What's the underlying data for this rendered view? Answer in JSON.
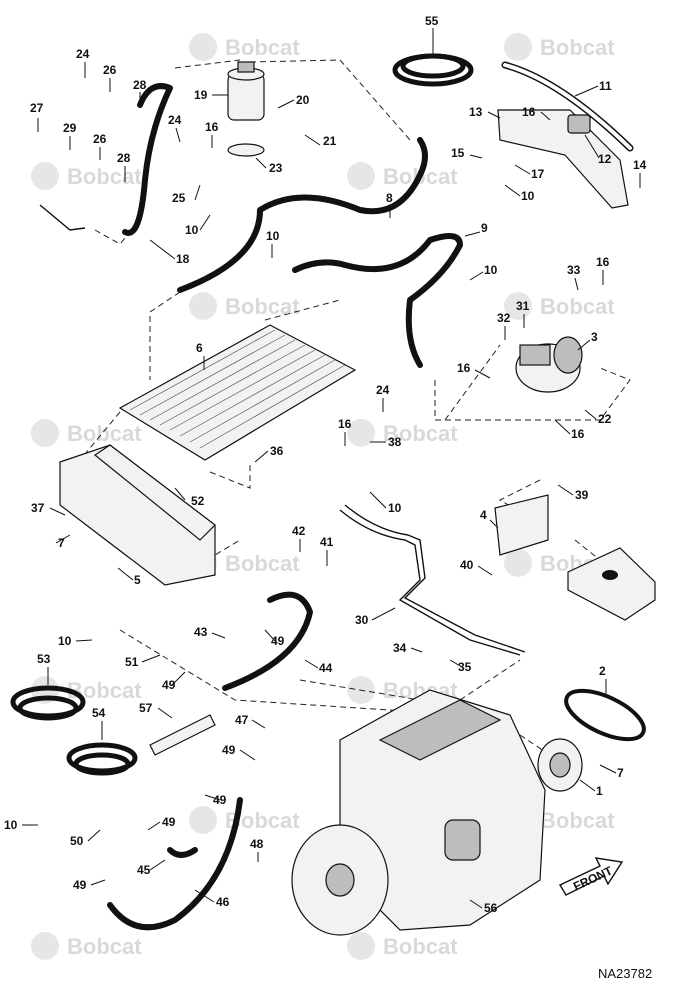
{
  "watermark": {
    "text": "Bobcat"
  },
  "drawing_code": "NA23782",
  "arrow_label": "FRONT",
  "callouts": [
    {
      "n": "55"
    },
    {
      "n": "24"
    },
    {
      "n": "26"
    },
    {
      "n": "28"
    },
    {
      "n": "19"
    },
    {
      "n": "20"
    },
    {
      "n": "11"
    },
    {
      "n": "27"
    },
    {
      "n": "29"
    },
    {
      "n": "26"
    },
    {
      "n": "24"
    },
    {
      "n": "16"
    },
    {
      "n": "13"
    },
    {
      "n": "16"
    },
    {
      "n": "12"
    },
    {
      "n": "21"
    },
    {
      "n": "15"
    },
    {
      "n": "14"
    },
    {
      "n": "28"
    },
    {
      "n": "23"
    },
    {
      "n": "17"
    },
    {
      "n": "25"
    },
    {
      "n": "10"
    },
    {
      "n": "8"
    },
    {
      "n": "10"
    },
    {
      "n": "9"
    },
    {
      "n": "10"
    },
    {
      "n": "18"
    },
    {
      "n": "10"
    },
    {
      "n": "33"
    },
    {
      "n": "16"
    },
    {
      "n": "31"
    },
    {
      "n": "32"
    },
    {
      "n": "3"
    },
    {
      "n": "6"
    },
    {
      "n": "16"
    },
    {
      "n": "24"
    },
    {
      "n": "22"
    },
    {
      "n": "16"
    },
    {
      "n": "16"
    },
    {
      "n": "38"
    },
    {
      "n": "36"
    },
    {
      "n": "10"
    },
    {
      "n": "52"
    },
    {
      "n": "39"
    },
    {
      "n": "37"
    },
    {
      "n": "7"
    },
    {
      "n": "4"
    },
    {
      "n": "42"
    },
    {
      "n": "41"
    },
    {
      "n": "40"
    },
    {
      "n": "5"
    },
    {
      "n": "30"
    },
    {
      "n": "43"
    },
    {
      "n": "49"
    },
    {
      "n": "10"
    },
    {
      "n": "44"
    },
    {
      "n": "34"
    },
    {
      "n": "35"
    },
    {
      "n": "53"
    },
    {
      "n": "51"
    },
    {
      "n": "49"
    },
    {
      "n": "2"
    },
    {
      "n": "57"
    },
    {
      "n": "47"
    },
    {
      "n": "54"
    },
    {
      "n": "49"
    },
    {
      "n": "7"
    },
    {
      "n": "49"
    },
    {
      "n": "1"
    },
    {
      "n": "10"
    },
    {
      "n": "50"
    },
    {
      "n": "49"
    },
    {
      "n": "45"
    },
    {
      "n": "48"
    },
    {
      "n": "49"
    },
    {
      "n": "46"
    },
    {
      "n": "56"
    }
  ]
}
